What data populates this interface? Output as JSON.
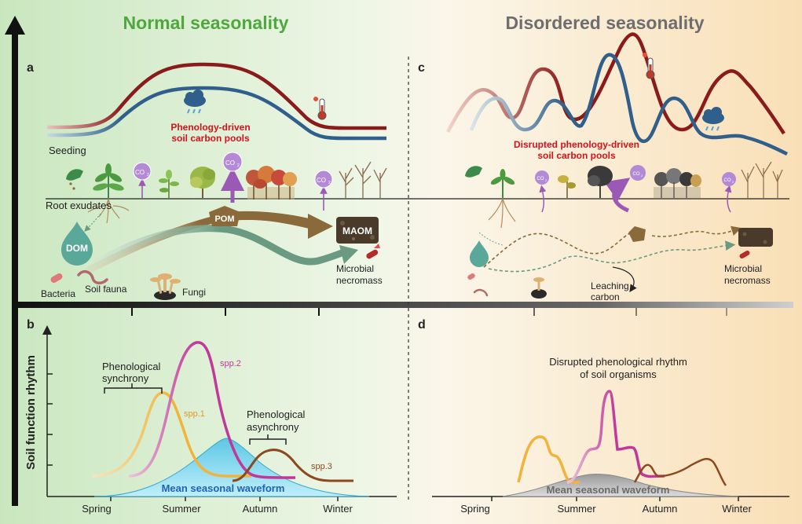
{
  "headers": {
    "left": "Normal seasonality",
    "right": "Disordered seasonality"
  },
  "panels": {
    "a": "a",
    "b": "b",
    "c": "c",
    "d": "d"
  },
  "colors": {
    "left_title": "#4fa83d",
    "right_title": "#6e6e6e",
    "temperature_line": "#8b1a1a",
    "precipitation_line": "#2f5f8a",
    "pom_flow": "#8a6a3a",
    "dom_flow": "#6a9a82",
    "spp1": "#f0b43c",
    "spp2": "#c0389a",
    "spp3": "#8b4a1e",
    "mean_wave_normal": "#7fd6ec",
    "mean_wave_disordered": "#a9a9a9",
    "label_red": "#d0141e",
    "label_blue": "#1e64b4"
  },
  "panel_a": {
    "pool_label_line1": "Phenology-driven",
    "pool_label_line2": "soil carbon pools",
    "seeding": "Seeding",
    "root_exudates": "Root exudates",
    "dom": "DOM",
    "pom": "POM",
    "maom": "MAOM",
    "co2": "CO",
    "co2_sub": "2",
    "bacteria": "Bacteria",
    "soil_fauna": "Soil fauna",
    "fungi": "Fungi",
    "necromass_line1": "Microbial",
    "necromass_line2": "necromass",
    "icons": [
      "rain-cloud-icon",
      "thermometer-icon",
      "seedling-icon",
      "tree-icon",
      "bacteria-icon",
      "earthworm-icon",
      "mushroom-icon"
    ]
  },
  "panel_c": {
    "pool_label_line1": "Disrupted phenology-driven",
    "pool_label_line2": "soil carbon pools",
    "leaching_line1": "Leaching",
    "leaching_line2": "carbon",
    "necromass_line1": "Microbial",
    "necromass_line2": "necromass"
  },
  "panel_b": {
    "y_axis_label": "Soil function rhythm",
    "synchrony_line1": "Phenological",
    "synchrony_line2": "synchrony",
    "asynchrony_line1": "Phenological",
    "asynchrony_line2": "asynchrony",
    "spp1": "spp.1",
    "spp2": "spp.2",
    "spp3": "spp.3",
    "mean_wave": "Mean seasonal waveform",
    "seasons": [
      "Spring",
      "Summer",
      "Autumn",
      "Winter"
    ]
  },
  "panel_d": {
    "title_line1": "Disrupted phenological rhythm",
    "title_line2": "of soil organisms",
    "mean_wave": "Mean seasonal waveform",
    "seasons": [
      "Spring",
      "Summer",
      "Autumn",
      "Winter"
    ]
  }
}
